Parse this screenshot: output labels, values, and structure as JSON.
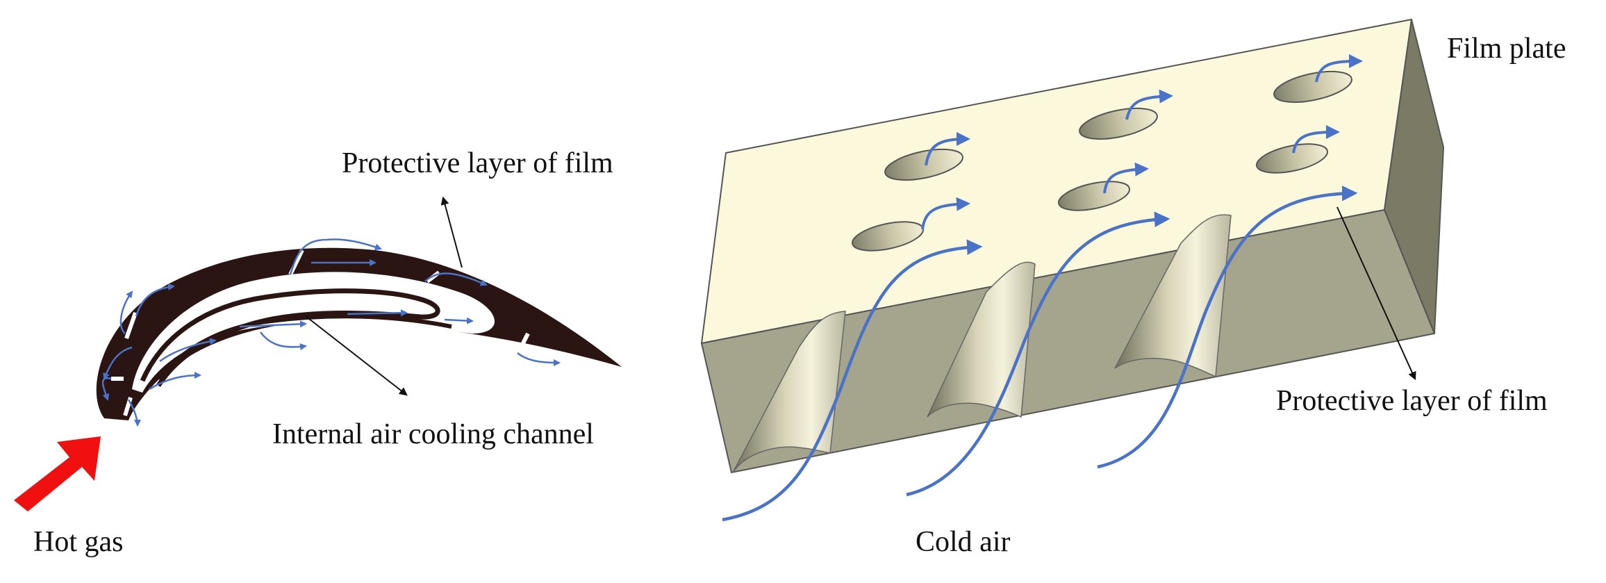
{
  "labels": {
    "film_plate": "Film plate",
    "protective_left": "Protective layer of film",
    "protective_right": "Protective layer of film",
    "internal_channel": "Internal air cooling channel",
    "hot_gas": "Hot gas",
    "cold_air": "Cold air"
  },
  "colors": {
    "plate_top": "#fbf8dc",
    "plate_front": "#a5a48d",
    "plate_side": "#7b7a65",
    "flow_arrow": "#4a72c8",
    "hot_gas_arrow": "#f01010",
    "airfoil": "#2a1512",
    "outline": "#555555"
  },
  "icons": {
    "hot_gas": "arrow-up-right-icon"
  }
}
